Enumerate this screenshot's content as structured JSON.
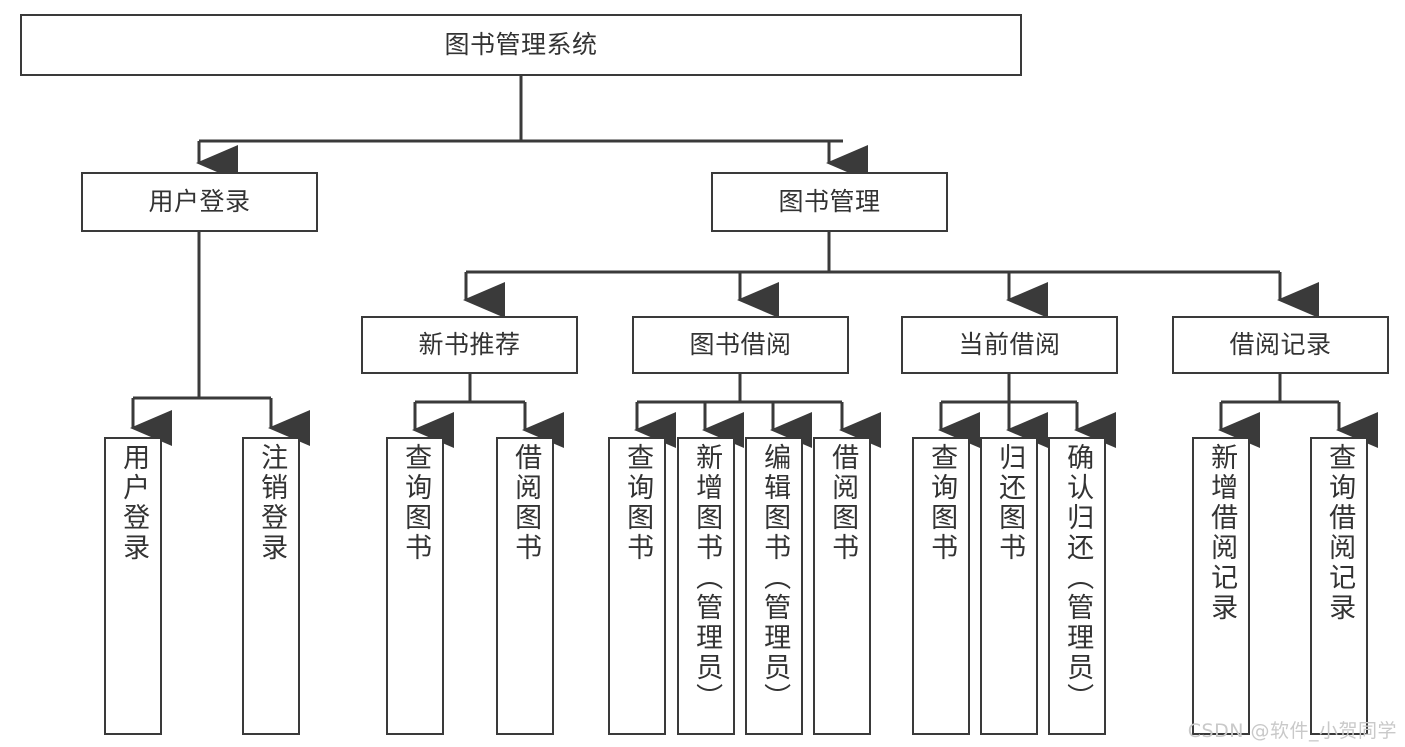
{
  "diagram": {
    "title": "图书管理系统",
    "watermark": "CSDN @软件_小贺同学",
    "colors": {
      "stroke": "#3a3a3a",
      "text": "#333333",
      "background": "#ffffff",
      "watermark": "#c9c9c9"
    },
    "nodes": {
      "root": {
        "label": "图书管理系统"
      },
      "level2": [
        {
          "label": "用户登录"
        },
        {
          "label": "图书管理"
        }
      ],
      "level3": [
        {
          "label": "新书推荐"
        },
        {
          "label": "图书借阅"
        },
        {
          "label": "当前借阅"
        },
        {
          "label": "借阅记录"
        }
      ],
      "leaves": {
        "user_login": [
          {
            "label": "用户登录"
          },
          {
            "label": "注销登录"
          }
        ],
        "new_book_recommend": [
          {
            "label": "查询图书"
          },
          {
            "label": "借阅图书"
          }
        ],
        "book_borrow": [
          {
            "label": "查询图书"
          },
          {
            "label": "新增图书（管理员）"
          },
          {
            "label": "编辑图书（管理员）"
          },
          {
            "label": "借阅图书"
          }
        ],
        "current_borrow": [
          {
            "label": "查询图书"
          },
          {
            "label": "归还图书"
          },
          {
            "label": "确认归还（管理员）"
          }
        ],
        "borrow_record": [
          {
            "label": "新增借阅记录"
          },
          {
            "label": "查询借阅记录"
          }
        ]
      }
    }
  }
}
